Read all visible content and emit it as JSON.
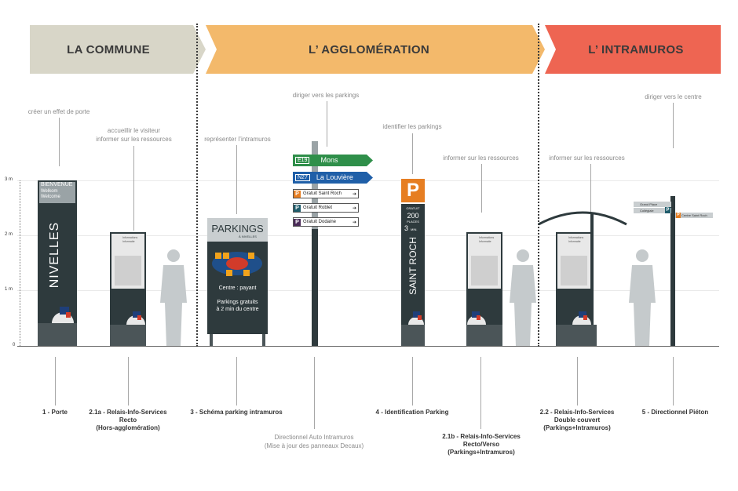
{
  "sections": {
    "commune": {
      "label": "LA COMMUNE",
      "color": "#d8d6c8"
    },
    "agglomeration": {
      "label": "L’ AGGLOMÉRATION",
      "color": "#f3b96b"
    },
    "intramuros": {
      "label": "L’ INTRAMUROS",
      "color": "#ee6552"
    }
  },
  "scale": {
    "ticks": [
      "3 m",
      "2 m",
      "1 m",
      "0"
    ]
  },
  "notes": {
    "porte": "créer un effet de porte",
    "accueillir_1": "accueillir le visiteur",
    "accueillir_2": "informer sur les ressources",
    "intramuros": "représenter l’intramuros",
    "diriger_parkings": "diriger vers les parkings",
    "identifier": "identifier les parkings",
    "informer_agg": "informer sur les ressources",
    "informer_intra": "informer sur les ressources",
    "diriger_centre": "diriger vers le centre"
  },
  "captions": {
    "c1": "1 - Porte",
    "c21a_1": "2.1a - Relais-Info-Services",
    "c21a_2": "Recto",
    "c21a_3": "(Hors-agglomération)",
    "c3": "3 - Schéma parking intramuros",
    "cdir_1": "Directionnel Auto Intramuros",
    "cdir_2": "(Mise à jour des panneaux Decaux)",
    "c4": "4 - Identification Parking",
    "c21b_1": "2.1b - Relais-Info-Services",
    "c21b_2": "Recto/Verso",
    "c21b_3": "(Parkings+Intramuros)",
    "c22_1": "2.2 - Relais-Info-Services",
    "c22_2": "Double couvert",
    "c22_3": "(Parkings+Intramuros)",
    "c5": "5 - Directionnel Piéton"
  },
  "porte": {
    "welcome_1": "BIENVENUE",
    "welcome_2": "Welkom",
    "welcome_3": "Welcome",
    "city": "NIVELLES"
  },
  "parking_panel": {
    "title": "PARKINGS",
    "subtitle": "À NIVELLES",
    "center": "Centre : payant",
    "free_1": "Parkings gratuits",
    "free_2": "à 2 min du centre"
  },
  "directional": {
    "green_road": "E19",
    "green_dest": "Mons",
    "blue_road": "N27",
    "blue_dest": "La Louvière",
    "p1": "Gratuit Saint Roch",
    "p2": "Gratuit Roblet",
    "p3": "Gratuit Dodaine",
    "p_colors": [
      "#e67e22",
      "#1f5c6b",
      "#4a2a57"
    ]
  },
  "identification": {
    "p": "P",
    "free": "GRATUIT",
    "places_num": "200",
    "places": "PLACES",
    "min_num": "3",
    "min": "MIN.",
    "name": "SAINT ROCH"
  },
  "info_panel": {
    "line1": "Informations",
    "line2": "Informatie"
  },
  "pedestrian": {
    "a": "Grand Place",
    "b": "Collégiale",
    "c": "Centre Saint Roch"
  }
}
